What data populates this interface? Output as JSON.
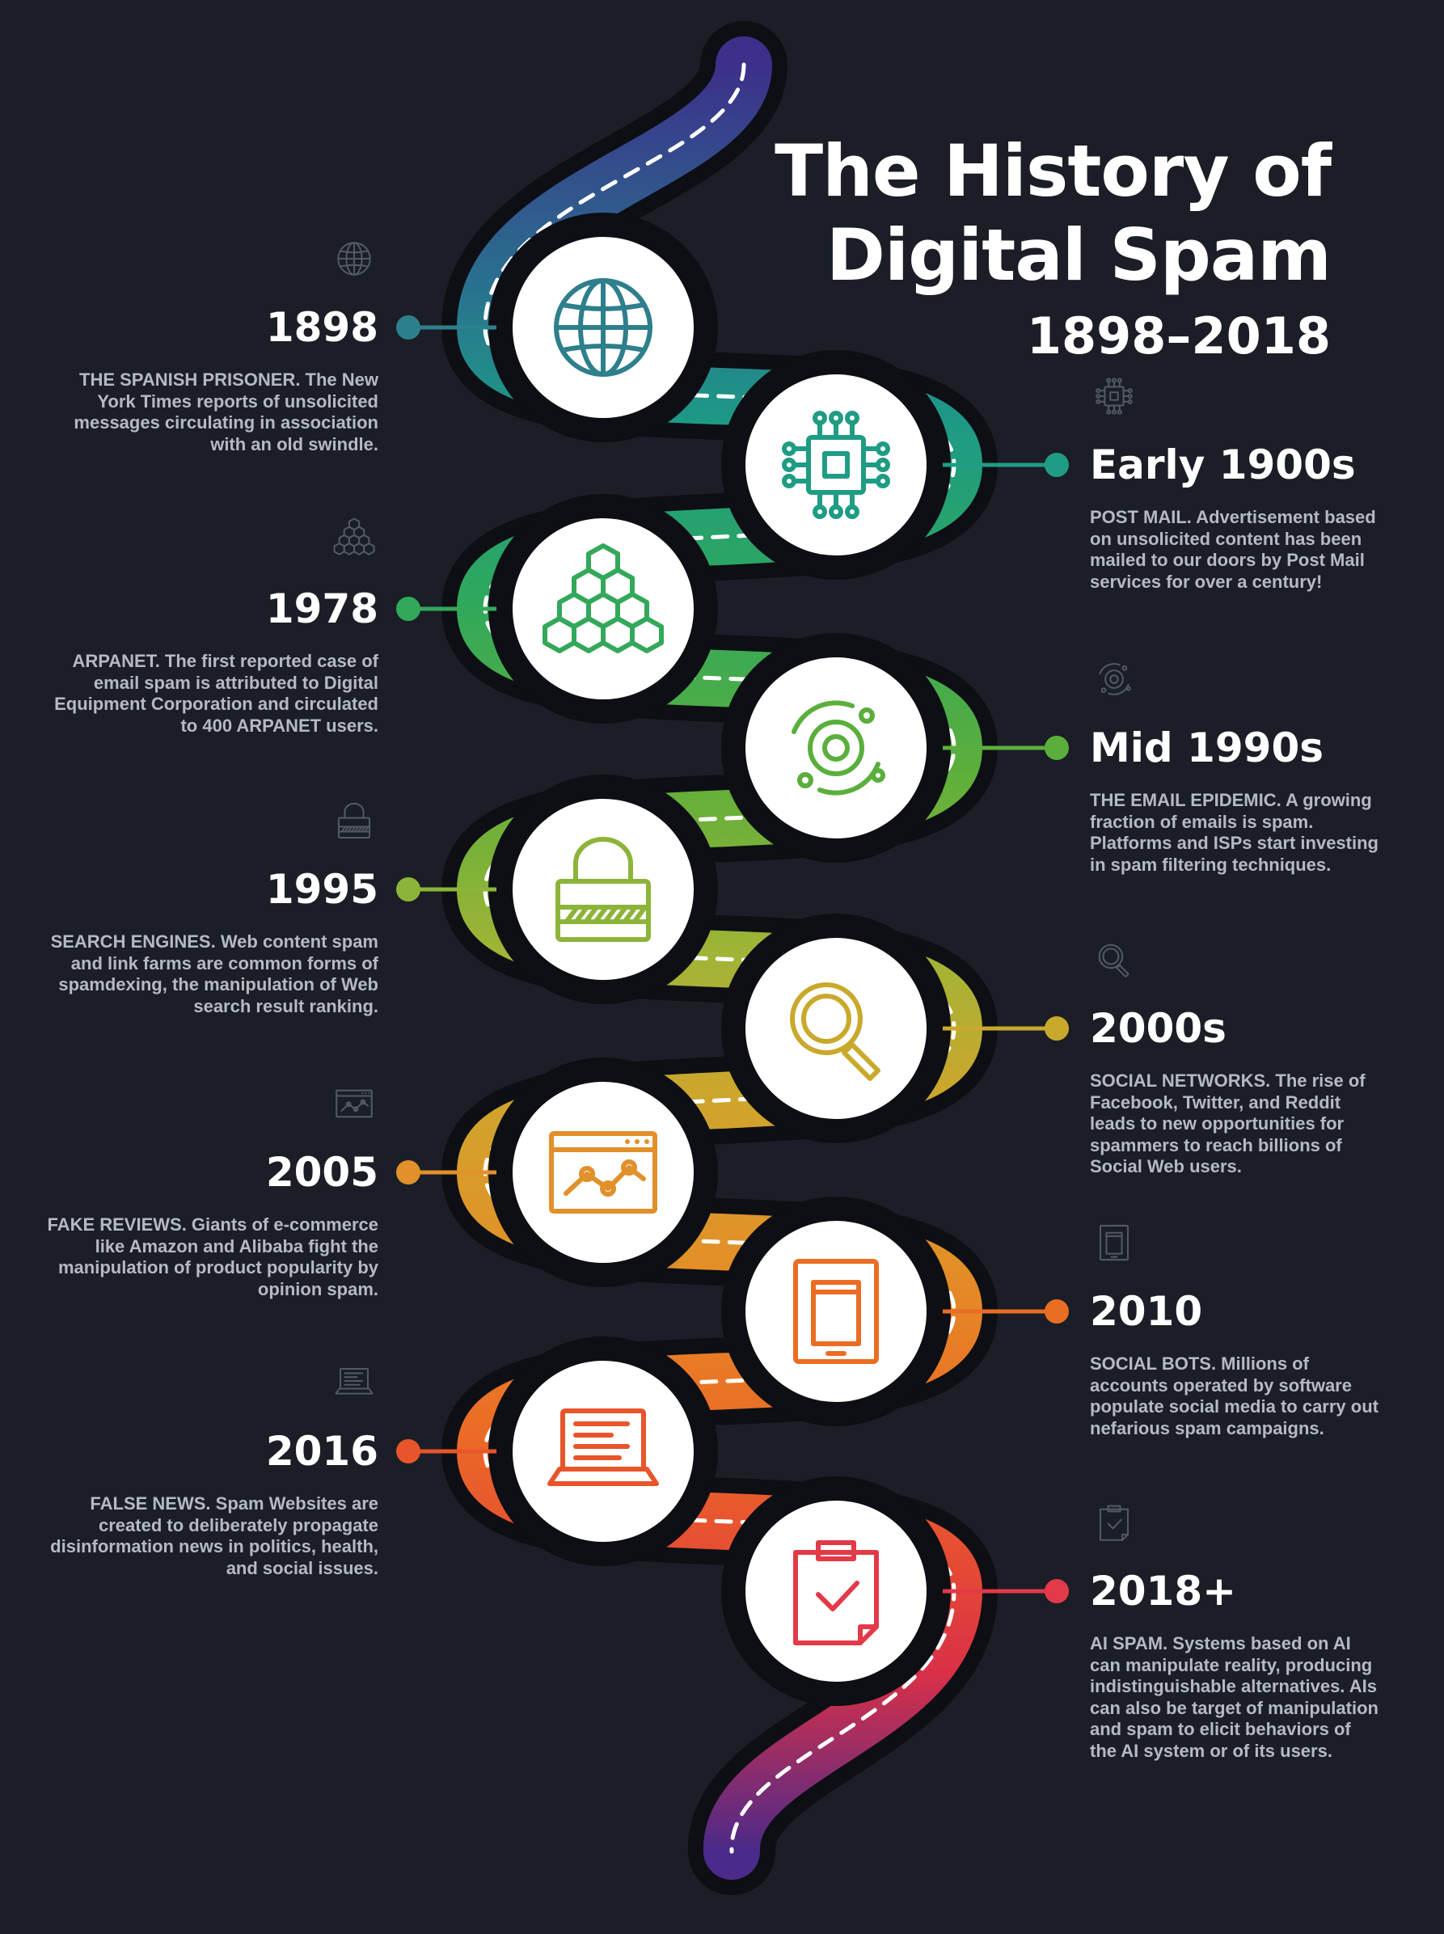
{
  "title": {
    "line1": "The History of",
    "line2": "Digital Spam",
    "line3": "1898–2018"
  },
  "entries": [
    {
      "side": "left",
      "year": "1898",
      "color": "#2e7f8c",
      "icon": "globe-icon",
      "desc": "THE SPANISH PRISONER. The New York Times reports of unsolicited messages circulating in association with an old swindle."
    },
    {
      "side": "right",
      "year": "Early 1900s",
      "color": "#1f9c84",
      "icon": "chip-icon",
      "desc": "POST MAIL. Advertisement based on unsolicited content has been mailed to our doors by Post Mail services for over a century!"
    },
    {
      "side": "left",
      "year": "1978",
      "color": "#33a85a",
      "icon": "cubes-icon",
      "desc": "ARPANET. The first reported case of email spam is attributed to Digital Equipment Corporation and circulated to 400 ARPANET users."
    },
    {
      "side": "right",
      "year": "Mid 1990s",
      "color": "#5aaf3c",
      "icon": "orbit-icon",
      "desc": "THE EMAIL EPIDEMIC. A growing fraction of emails is spam. Platforms and ISPs start investing in spam filtering techniques."
    },
    {
      "side": "left",
      "year": "1995",
      "color": "#8db43a",
      "icon": "lock-icon",
      "desc": "SEARCH ENGINES. Web content spam and link farms are common forms of spamdexing, the manipulation of Web search result ranking."
    },
    {
      "side": "right",
      "year": "2000s",
      "color": "#c9a92c",
      "icon": "magnifier-icon",
      "desc": "SOCIAL NETWORKS. The rise of Facebook, Twitter, and Reddit leads to new opportunities for spammers to reach billions of Social Web users."
    },
    {
      "side": "left",
      "year": "2005",
      "color": "#e1902a",
      "icon": "browser-chart-icon",
      "desc": "FAKE REVIEWS. Giants of e-commerce like Amazon and Alibaba fight the manipulation of product popularity by opinion spam."
    },
    {
      "side": "right",
      "year": "2010",
      "color": "#ea6d24",
      "icon": "tablet-icon",
      "desc": "SOCIAL BOTS. Millions of accounts operated by software populate social media to carry out nefarious spam campaigns."
    },
    {
      "side": "left",
      "year": "2016",
      "color": "#e8552a",
      "icon": "laptop-icon",
      "desc": "FALSE NEWS. Spam Websites are created to deliberately propagate disinformation news in politics, health, and social issues."
    },
    {
      "side": "right",
      "year": "2018+",
      "color": "#e23a48",
      "icon": "clipboard-icon",
      "desc": "AI SPAM. Systems based on AI can manipulate reality, producing indistinguishable alternatives. AIs can also be target of manipulation and spam to elicit behaviors of the AI system or of its users."
    }
  ]
}
